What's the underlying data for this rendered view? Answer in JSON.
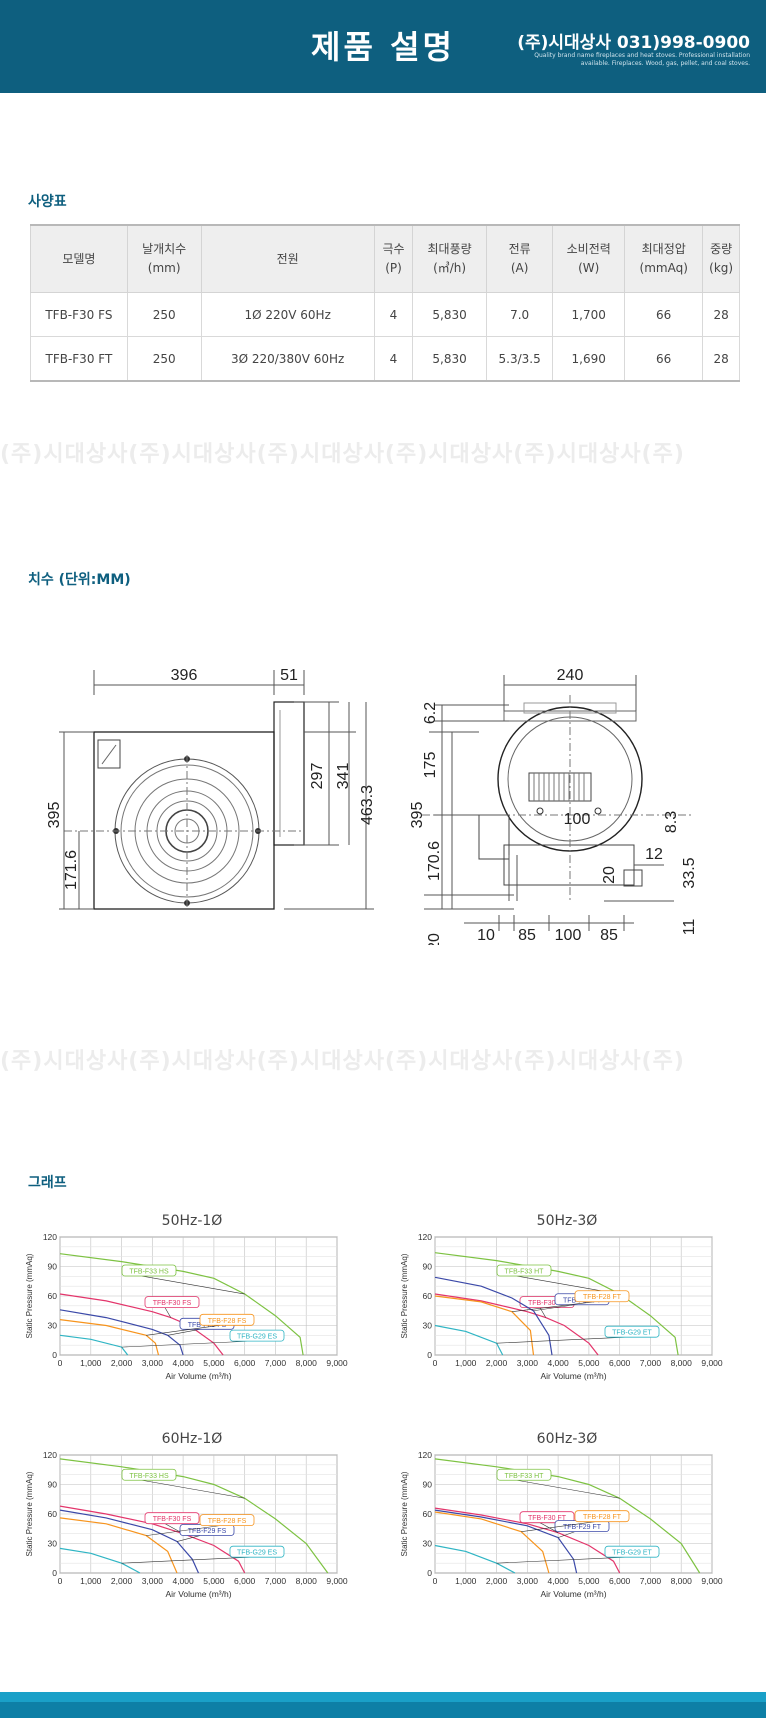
{
  "header": {
    "title": "제품 설명",
    "company": "(주)시대상사 031)998-0900",
    "tagline": "Quality brand name fireplaces and heat stoves. Professional installation available. Fireplaces. Wood, gas, pellet, and coal stoves."
  },
  "spec": {
    "section_title": "사양표",
    "headers": [
      [
        "모델명",
        ""
      ],
      [
        "날개치수",
        "(mm)"
      ],
      [
        "전원",
        ""
      ],
      [
        "극수",
        "(P)"
      ],
      [
        "최대풍량",
        "(㎥/h)"
      ],
      [
        "전류",
        "(A)"
      ],
      [
        "소비전력",
        "(W)"
      ],
      [
        "최대정압",
        "(mmAq)"
      ],
      [
        "중량",
        "(kg)"
      ]
    ],
    "rows": [
      [
        "TFB-F30 FS",
        "250",
        "1Ø 220V 60Hz",
        "4",
        "5,830",
        "7.0",
        "1,700",
        "66",
        "28"
      ],
      [
        "TFB-F30 FT",
        "250",
        "3Ø 220/380V 60Hz",
        "4",
        "5,830",
        "5.3/3.5",
        "1,690",
        "66",
        "28"
      ]
    ]
  },
  "watermark": "(주)시대상사(주)시대상사(주)시대상사(주)시대상사(주)시대상사(주)",
  "dimensions": {
    "section_title": "치수 (단위:MM)",
    "front": {
      "width": "396",
      "depth": "51",
      "outlet": "297",
      "body": "341",
      "total_height": "463.3",
      "height": "395",
      "shaft": "171.6"
    },
    "side": {
      "width": "240",
      "top": "6.2",
      "upper": "175",
      "height": "395",
      "base": "20",
      "lower": "170.6",
      "outlet": "100",
      "offset": "8.3",
      "foot": "20",
      "foot_w": "12",
      "foot_h": "33.5",
      "edge": "11",
      "b1": "10",
      "b2": "85",
      "b3": "100",
      "b4": "85"
    }
  },
  "graph": {
    "section_title": "그래프",
    "xlabel": "Air Volume (m³/h)",
    "ylabel": "Static Pressure (mmAq)",
    "xticks": [
      "0",
      "1,000",
      "2,000",
      "3,000",
      "4,000",
      "5,000",
      "6,000",
      "7,000",
      "8,000",
      "9,000"
    ],
    "yticks": [
      "0",
      "30",
      "60",
      "90",
      "120"
    ]
  },
  "chart_data": [
    {
      "type": "line",
      "title": "50Hz-1Ø",
      "xlim": [
        0,
        9000
      ],
      "ylim": [
        0,
        120
      ],
      "xlabel": "Air Volume (m³/h)",
      "ylabel": "Static Pressure (mmAq)",
      "series": [
        {
          "name": "TFB-F33 HS",
          "color": "#7dc242",
          "x": [
            0,
            2000,
            4000,
            5000,
            6000,
            7000,
            7800,
            7900
          ],
          "y": [
            103,
            95,
            85,
            78,
            62,
            40,
            18,
            0
          ]
        },
        {
          "name": "TFB-F30 FS",
          "color": "#e3356b",
          "x": [
            0,
            1500,
            3000,
            3600,
            4200,
            5000,
            5300
          ],
          "y": [
            62,
            55,
            44,
            38,
            30,
            12,
            0
          ]
        },
        {
          "name": "TFB-F29 FS",
          "color": "#3b49a8",
          "x": [
            0,
            1500,
            3000,
            3500,
            3900,
            4000
          ],
          "y": [
            46,
            38,
            26,
            20,
            10,
            0
          ]
        },
        {
          "name": "TFB-F28 FS",
          "color": "#f7941d",
          "x": [
            0,
            1500,
            2800,
            3100,
            3200
          ],
          "y": [
            36,
            30,
            20,
            12,
            0
          ]
        },
        {
          "name": "TFB-G29 ES",
          "color": "#2fb5c4",
          "x": [
            0,
            1000,
            2000,
            2200
          ],
          "y": [
            20,
            16,
            8,
            0
          ]
        }
      ]
    },
    {
      "type": "line",
      "title": "50Hz-3Ø",
      "xlim": [
        0,
        9000
      ],
      "ylim": [
        0,
        120
      ],
      "xlabel": "Air Volume (m³/h)",
      "ylabel": "Static Pressure (mmAq)",
      "series": [
        {
          "name": "TFB-F33 HT",
          "color": "#7dc242",
          "x": [
            0,
            2000,
            4000,
            5000,
            6000,
            7000,
            7800,
            7900
          ],
          "y": [
            104,
            96,
            85,
            78,
            62,
            40,
            18,
            0
          ]
        },
        {
          "name": "TFB-F30 FT",
          "color": "#e3356b",
          "x": [
            0,
            1500,
            3000,
            3600,
            4200,
            5000,
            5300
          ],
          "y": [
            62,
            55,
            44,
            38,
            30,
            12,
            0
          ]
        },
        {
          "name": "TFB-F29 FT",
          "color": "#3b49a8",
          "x": [
            0,
            1500,
            2500,
            3200,
            3700,
            3800
          ],
          "y": [
            79,
            70,
            58,
            45,
            20,
            0
          ]
        },
        {
          "name": "TFB-F28 FT",
          "color": "#f7941d",
          "x": [
            0,
            1500,
            2500,
            3100,
            3200
          ],
          "y": [
            60,
            54,
            44,
            25,
            0
          ]
        },
        {
          "name": "TFB-G29 ET",
          "color": "#2fb5c4",
          "x": [
            0,
            1000,
            2000,
            2200
          ],
          "y": [
            30,
            24,
            12,
            0
          ]
        }
      ]
    },
    {
      "type": "line",
      "title": "60Hz-1Ø",
      "xlim": [
        0,
        9000
      ],
      "ylim": [
        0,
        120
      ],
      "xlabel": "Air Volume (m³/h)",
      "ylabel": "Static Pressure (mmAq)",
      "series": [
        {
          "name": "TFB-F33 HS",
          "color": "#7dc242",
          "x": [
            0,
            2000,
            4000,
            5000,
            6000,
            7000,
            8000,
            8700
          ],
          "y": [
            116,
            108,
            98,
            90,
            76,
            55,
            30,
            0
          ]
        },
        {
          "name": "TFB-F30 FS",
          "color": "#e3356b",
          "x": [
            0,
            1500,
            3000,
            4000,
            5000,
            5800,
            6000
          ],
          "y": [
            68,
            60,
            50,
            40,
            28,
            12,
            0
          ]
        },
        {
          "name": "TFB-F29 FS",
          "color": "#3b49a8",
          "x": [
            0,
            1500,
            3000,
            3800,
            4300,
            4500
          ],
          "y": [
            64,
            56,
            44,
            32,
            14,
            0
          ]
        },
        {
          "name": "TFB-F28 FS",
          "color": "#f7941d",
          "x": [
            0,
            1500,
            2800,
            3500,
            3800
          ],
          "y": [
            56,
            50,
            38,
            22,
            0
          ]
        },
        {
          "name": "TFB-G29 ES",
          "color": "#2fb5c4",
          "x": [
            0,
            1000,
            2000,
            2600
          ],
          "y": [
            25,
            20,
            10,
            0
          ]
        }
      ]
    },
    {
      "type": "line",
      "title": "60Hz-3Ø",
      "xlim": [
        0,
        9000
      ],
      "ylim": [
        0,
        120
      ],
      "xlabel": "Air Volume (m³/h)",
      "ylabel": "Static Pressure (mmAq)",
      "series": [
        {
          "name": "TFB-F33 HT",
          "color": "#7dc242",
          "x": [
            0,
            2000,
            4000,
            5000,
            6000,
            7000,
            8000,
            8600
          ],
          "y": [
            116,
            108,
            98,
            90,
            76,
            55,
            30,
            0
          ]
        },
        {
          "name": "TFB-F30 FT",
          "color": "#e3356b",
          "x": [
            0,
            1500,
            3000,
            4000,
            5000,
            5800,
            6000
          ],
          "y": [
            66,
            59,
            50,
            41,
            28,
            12,
            0
          ]
        },
        {
          "name": "TFB-F29 FT",
          "color": "#3b49a8",
          "x": [
            0,
            1500,
            3000,
            4000,
            4500,
            4600
          ],
          "y": [
            64,
            57,
            48,
            36,
            14,
            0
          ]
        },
        {
          "name": "TFB-F28 FT",
          "color": "#f7941d",
          "x": [
            0,
            1500,
            2800,
            3500,
            3700
          ],
          "y": [
            62,
            55,
            42,
            22,
            0
          ]
        },
        {
          "name": "TFB-G29 ET",
          "color": "#2fb5c4",
          "x": [
            0,
            1000,
            2000,
            2600
          ],
          "y": [
            28,
            22,
            10,
            0
          ]
        }
      ]
    }
  ]
}
